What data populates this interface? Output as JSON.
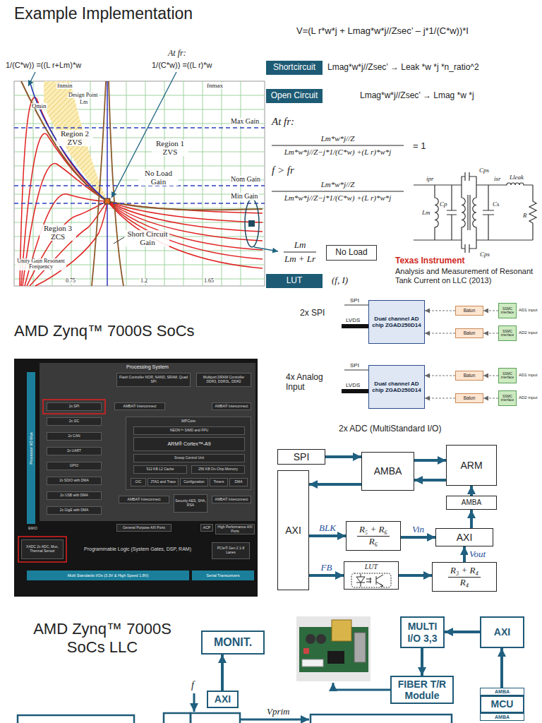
{
  "diagram": {
    "title": "Example Implementation",
    "nodes": [
      {
        "text": [
          "Shortcircuit"
        ]
      },
      {
        "text": [
          "Open Circuit"
        ]
      },
      {
        "text": [
          "No Load"
        ]
      },
      {
        "text": [
          "LUT"
        ]
      },
      {
        "text": [
          "Programmable Logic (System Gates, DSP, RAM)"
        ]
      },
      {
        "text": [
          "Processor I/O Mux"
        ],
        "in": 4
      },
      {
        "text": [
          "Processing System"
        ],
        "in": 4
      },
      {
        "text": [
          "Flash Controller NOR, NAND, SRAM, Quad SPI"
        ],
        "in": 6
      },
      {
        "text": [
          "Multiport DRAM Controller DDR3, DDR3L, DDR2"
        ],
        "in": 6
      },
      {
        "text": [
          "2x SPI"
        ],
        "in": 6
      },
      {
        "text": [
          "2x I2C"
        ],
        "in": 6
      },
      {
        "text": [
          "2x CAN"
        ],
        "in": 6
      },
      {
        "text": [
          "2x UART"
        ],
        "in": 6
      },
      {
        "text": [
          "GPIO"
        ],
        "in": 6
      },
      {
        "text": [
          "2x SDIO with DMA"
        ],
        "in": 6
      },
      {
        "text": [
          "2x USB with DMA"
        ],
        "in": 6
      },
      {
        "text": [
          "2x GigE with DMA"
        ],
        "in": 6
      },
      {
        "text": [
          "AMBA® Interconnect"
        ],
        "in": 6
      },
      {
        "text": [
          "AMBA® Interconnect"
        ],
        "in": 6
      },
      {
        "text": [
          "MPCore"
        ],
        "in": 6
      },
      {
        "text": [
          "NEON™ SIMD and FPU"
        ],
        "in": 19
      },
      {
        "text": [
          "ARM® Cortex™-A9"
        ],
        "in": 19
      },
      {
        "text": [
          "Snoop Control Unit"
        ],
        "in": 19
      },
      {
        "text": [
          "512 KB L2 Cache"
        ],
        "in": 19
      },
      {
        "text": [
          "256 KB On-Chip Memory"
        ],
        "in": 19
      },
      {
        "text": [
          "GIC"
        ],
        "in": 19
      },
      {
        "text": [
          "JTAG and Trace"
        ],
        "in": 19
      },
      {
        "text": [
          "Configuration"
        ],
        "in": 19
      },
      {
        "text": [
          "Timers"
        ],
        "in": 19
      },
      {
        "text": [
          "DMA"
        ],
        "in": 19
      },
      {
        "text": [
          "AMBA® Interconnect"
        ],
        "in": 6
      },
      {
        "text": [
          "AMBA® Interconnect"
        ],
        "in": 6
      },
      {
        "text": [
          "Security AES, SHA, RSA"
        ],
        "in": 6
      },
      {
        "text": [
          "General Purpose AXI Ports"
        ],
        "in": 4
      },
      {
        "text": [
          "ACP"
        ],
        "in": 4
      },
      {
        "text": [
          "High Performance AXI Ports"
        ],
        "in": 4
      },
      {
        "text": [
          "XADC 2x ADC, Mux, Thermal Sensor"
        ],
        "in": 4
      },
      {
        "text": [
          "PCIe® Gen 2 1-8 Lanes"
        ],
        "in": 4
      },
      {
        "text": [
          "Multi Standards I/Os (3.3V & High Speed 1.8V)"
        ],
        "in": 4
      },
      {
        "text": [
          "Serial Transceivers"
        ],
        "in": 4
      },
      {
        "text": [
          "Dual channel AD chip ZGAD250D14"
        ]
      },
      {
        "text": [
          "Balun"
        ]
      },
      {
        "text": [
          "Balun"
        ]
      },
      {
        "text": [
          "SSMC interface"
        ]
      },
      {
        "text": [
          "SSMC interface"
        ]
      },
      {
        "text": [
          "Dual channel AD chip ZGAD250D14"
        ]
      },
      {
        "text": [
          "Balun"
        ]
      },
      {
        "text": [
          "Balun"
        ]
      },
      {
        "text": [
          "SSMC interface"
        ]
      },
      {
        "text": [
          "SSMC interface"
        ]
      },
      {
        "text": [
          "SPI"
        ]
      },
      {
        "text": [
          "AMBA"
        ]
      },
      {
        "text": [
          "ARM"
        ]
      },
      {
        "text": [
          "AMBA"
        ]
      },
      {
        "text": [
          "AXI"
        ]
      },
      {
        "text": [
          "R₅ + R₆",
          "R₆"
        ]
      },
      {
        "text": [
          "AXI"
        ]
      },
      {
        "text": [
          "LUT"
        ]
      },
      {
        "text": [
          "R₃ + R₄",
          "R₄"
        ]
      },
      {
        "text": [
          "MONIT."
        ]
      },
      {
        "text": [
          "AXI"
        ]
      },
      {
        "text": [
          "MULTI I/O 3,3"
        ]
      },
      {
        "text": [
          "AXI"
        ]
      },
      {
        "text": [
          "FIBER T/R Module"
        ]
      },
      {
        "text": [
          "AMBA"
        ]
      },
      {
        "text": [
          "MCU"
        ]
      },
      {
        "text": [
          "AMBA"
        ]
      }
    ],
    "edges": [
      {
        "from": 41,
        "to": 40,
        "arrow": "to"
      },
      {
        "from": 42,
        "to": 40,
        "arrow": "to"
      },
      {
        "from": 43,
        "to": 41,
        "arrow": "to"
      },
      {
        "from": 44,
        "to": 42,
        "arrow": "to"
      },
      {
        "from": 46,
        "to": 45,
        "arrow": "to"
      },
      {
        "from": 47,
        "to": 45,
        "arrow": "to"
      },
      {
        "from": 48,
        "to": 46,
        "arrow": "to"
      },
      {
        "from": 49,
        "to": 47,
        "arrow": "to"
      },
      {
        "from": 50,
        "to": 51,
        "arrow": "to"
      },
      {
        "from": 51,
        "to": 52,
        "arrow": "to"
      },
      {
        "from": 52,
        "to": 51,
        "arrow": "to"
      },
      {
        "from": 51,
        "to": 54,
        "arrow": "to"
      },
      {
        "from": 53,
        "to": 52,
        "arrow": "to"
      },
      {
        "from": 56,
        "to": 53,
        "arrow": "to"
      },
      {
        "from": 54,
        "to": 55,
        "arrow": "to",
        "label": "BLK"
      },
      {
        "from": 55,
        "to": 56,
        "arrow": "to",
        "label": "Vin"
      },
      {
        "from": 54,
        "to": 57,
        "arrow": "to",
        "label": "FB"
      },
      {
        "from": 57,
        "to": 58,
        "arrow": "to"
      },
      {
        "from": 58,
        "to": 56,
        "arrow": "to",
        "label": "Vout"
      },
      {
        "from": 60,
        "to": 59,
        "arrow": "to"
      },
      {
        "from": 62,
        "to": 61,
        "arrow": "to"
      },
      {
        "from": 61,
        "to": 63,
        "arrow": "to"
      },
      {
        "from": 64,
        "to": 62,
        "arrow": "to"
      }
    ],
    "labels": [
      "V=(L r*w*j + Lmag*w*j//Zsec’ – j*1/(C*w))*I",
      "1/(C*w)) =((L r+Lm)*w",
      "At fr:",
      "1/(C*w)) =((L r)*w",
      "fnmin",
      "fnmax",
      "Qmin",
      "Design Point",
      "Lm",
      "Region 2 ZVS",
      "Region 1 ZVS",
      "No Load Gain",
      "Max Gain",
      "Nom Gain",
      "Min Gain",
      "Region 3 ZCS",
      "Short Circuit Gain",
      "Unity Gain Resonant Frequency",
      "0.75",
      "1.2",
      "1.65",
      "Lmag*w*j//Zsec’ → Leak *w *j *n_ratio^2",
      "Lmag*w*j//Zsec’ → Lmag *w *j",
      "At fr:",
      "Lm*w*j//Z",
      "Lm*w*j//Z−j*1/(C*w) +(L r)*w*j",
      "= 1",
      "f > fr",
      "Lm*w*j//Z",
      "Lm*w*j//Z−j*1/(C*w) +(L r)*w*j",
      "Lm",
      "Lm + Lr",
      "(f, I)",
      "ipr",
      "Cps",
      "Cp",
      "Lm",
      "Cs",
      "isr",
      "Lleak",
      "R",
      "Cps",
      "Texas Instrument",
      "Analysis and Measurement of Resonant Tank Current on LLC (2013)",
      "AMD Zynq™ 7000S SoCs",
      "EMIO",
      "2x SPI",
      "4x Analog Input",
      "SPI",
      "LVDS",
      "AD1 input",
      "AD2 input",
      "SPI",
      "LVDS",
      "AD1 input",
      "AD2 input",
      "2x ADC (MultiStandard I/O)",
      "AMD Zynq™ 7000S SoCs LLC",
      "f",
      "Vprim"
    ]
  }
}
